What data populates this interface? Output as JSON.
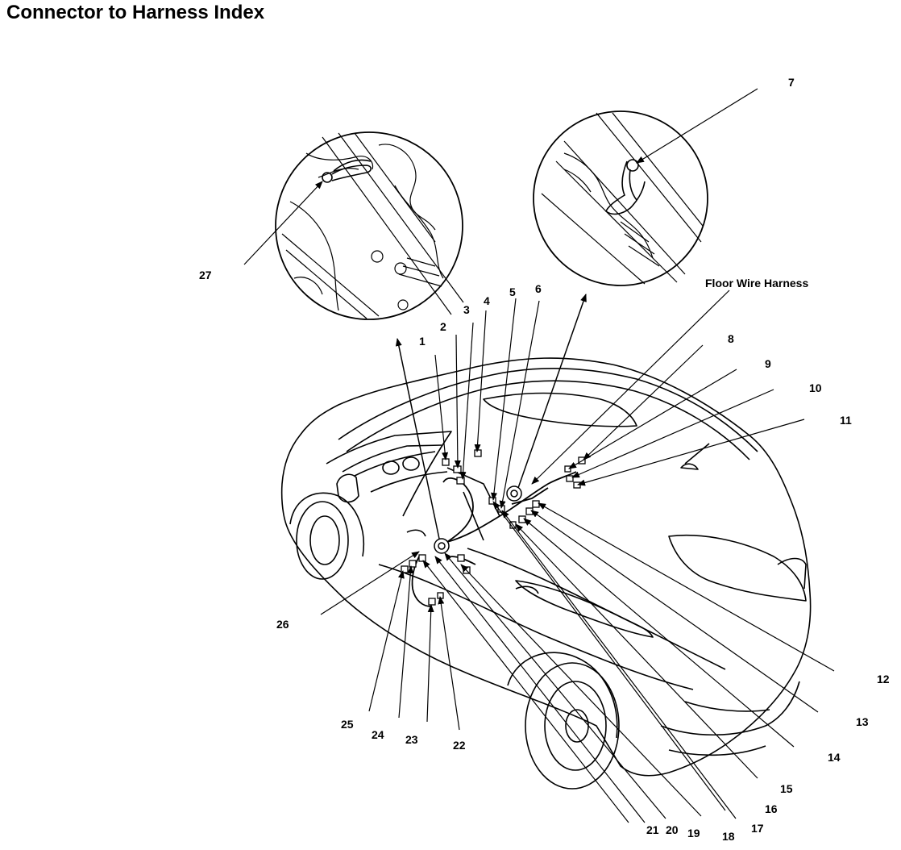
{
  "title": "Connector to Harness Index",
  "harness_label": "Floor Wire Harness",
  "callouts": [
    "1",
    "2",
    "3",
    "4",
    "5",
    "6",
    "7",
    "8",
    "9",
    "10",
    "11",
    "12",
    "13",
    "14",
    "15",
    "16",
    "17",
    "18",
    "19",
    "20",
    "21",
    "22",
    "23",
    "24",
    "25",
    "26",
    "27"
  ]
}
